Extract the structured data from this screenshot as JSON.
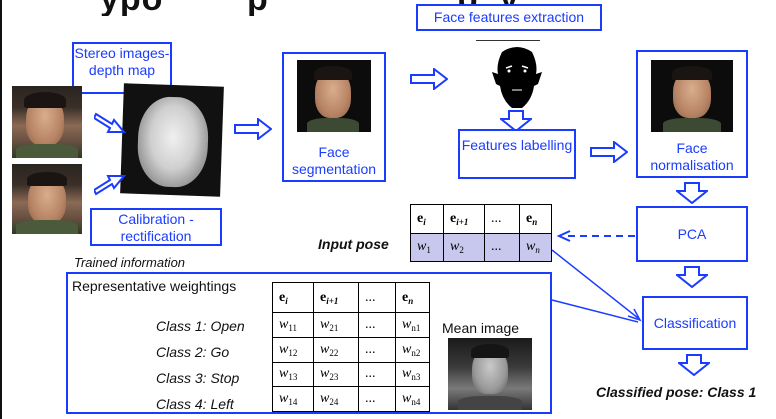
{
  "title_fragment": "ypo        p                  p  y",
  "boxes": {
    "stereo": "Stereo images- depth map",
    "calibration": "Calibration - rectification",
    "face_features_extraction": "Face features extraction",
    "face_segmentation": "Face segmentation",
    "features_labelling": "Features labelling",
    "face_normalisation": "Face normalisation",
    "pca": "PCA",
    "classification": "Classification"
  },
  "labels": {
    "input_pose": "Input pose",
    "trained_information": "Trained information",
    "representative_weightings": "Representative weightings",
    "mean_image": "Mean image",
    "classified_pose": "Classified pose: Class 1"
  },
  "input_table": {
    "headers": [
      "e",
      "e",
      "...",
      "e"
    ],
    "header_subs": [
      "i",
      "i+1",
      "",
      "n"
    ],
    "weights": [
      "w",
      "w",
      "...",
      "w"
    ],
    "weight_subs": [
      "1",
      "2",
      "",
      "n"
    ]
  },
  "trained_table": {
    "headers": [
      "e",
      "e",
      "...",
      "e"
    ],
    "header_subs": [
      "i",
      "i+1",
      "",
      "n"
    ],
    "rows": [
      {
        "class": "Class 1: Open",
        "w": [
          [
            "w",
            "11"
          ],
          [
            "w",
            "21"
          ],
          [
            "...",
            ""
          ],
          [
            "w",
            "n1"
          ]
        ]
      },
      {
        "class": "Class 2: Go",
        "w": [
          [
            "w",
            "12"
          ],
          [
            "w",
            "22"
          ],
          [
            "...",
            ""
          ],
          [
            "w",
            "n2"
          ]
        ]
      },
      {
        "class": "Class 3: Stop",
        "w": [
          [
            "w",
            "13"
          ],
          [
            "w",
            "23"
          ],
          [
            "...",
            ""
          ],
          [
            "w",
            "n3"
          ]
        ]
      },
      {
        "class": "Class 4: Left",
        "w": [
          [
            "w",
            "14"
          ],
          [
            "w",
            "24"
          ],
          [
            "...",
            ""
          ],
          [
            "w",
            "n4"
          ]
        ]
      }
    ]
  },
  "colors": {
    "accent": "#1a3cff",
    "input_row_fill": "#c8c8ee"
  }
}
